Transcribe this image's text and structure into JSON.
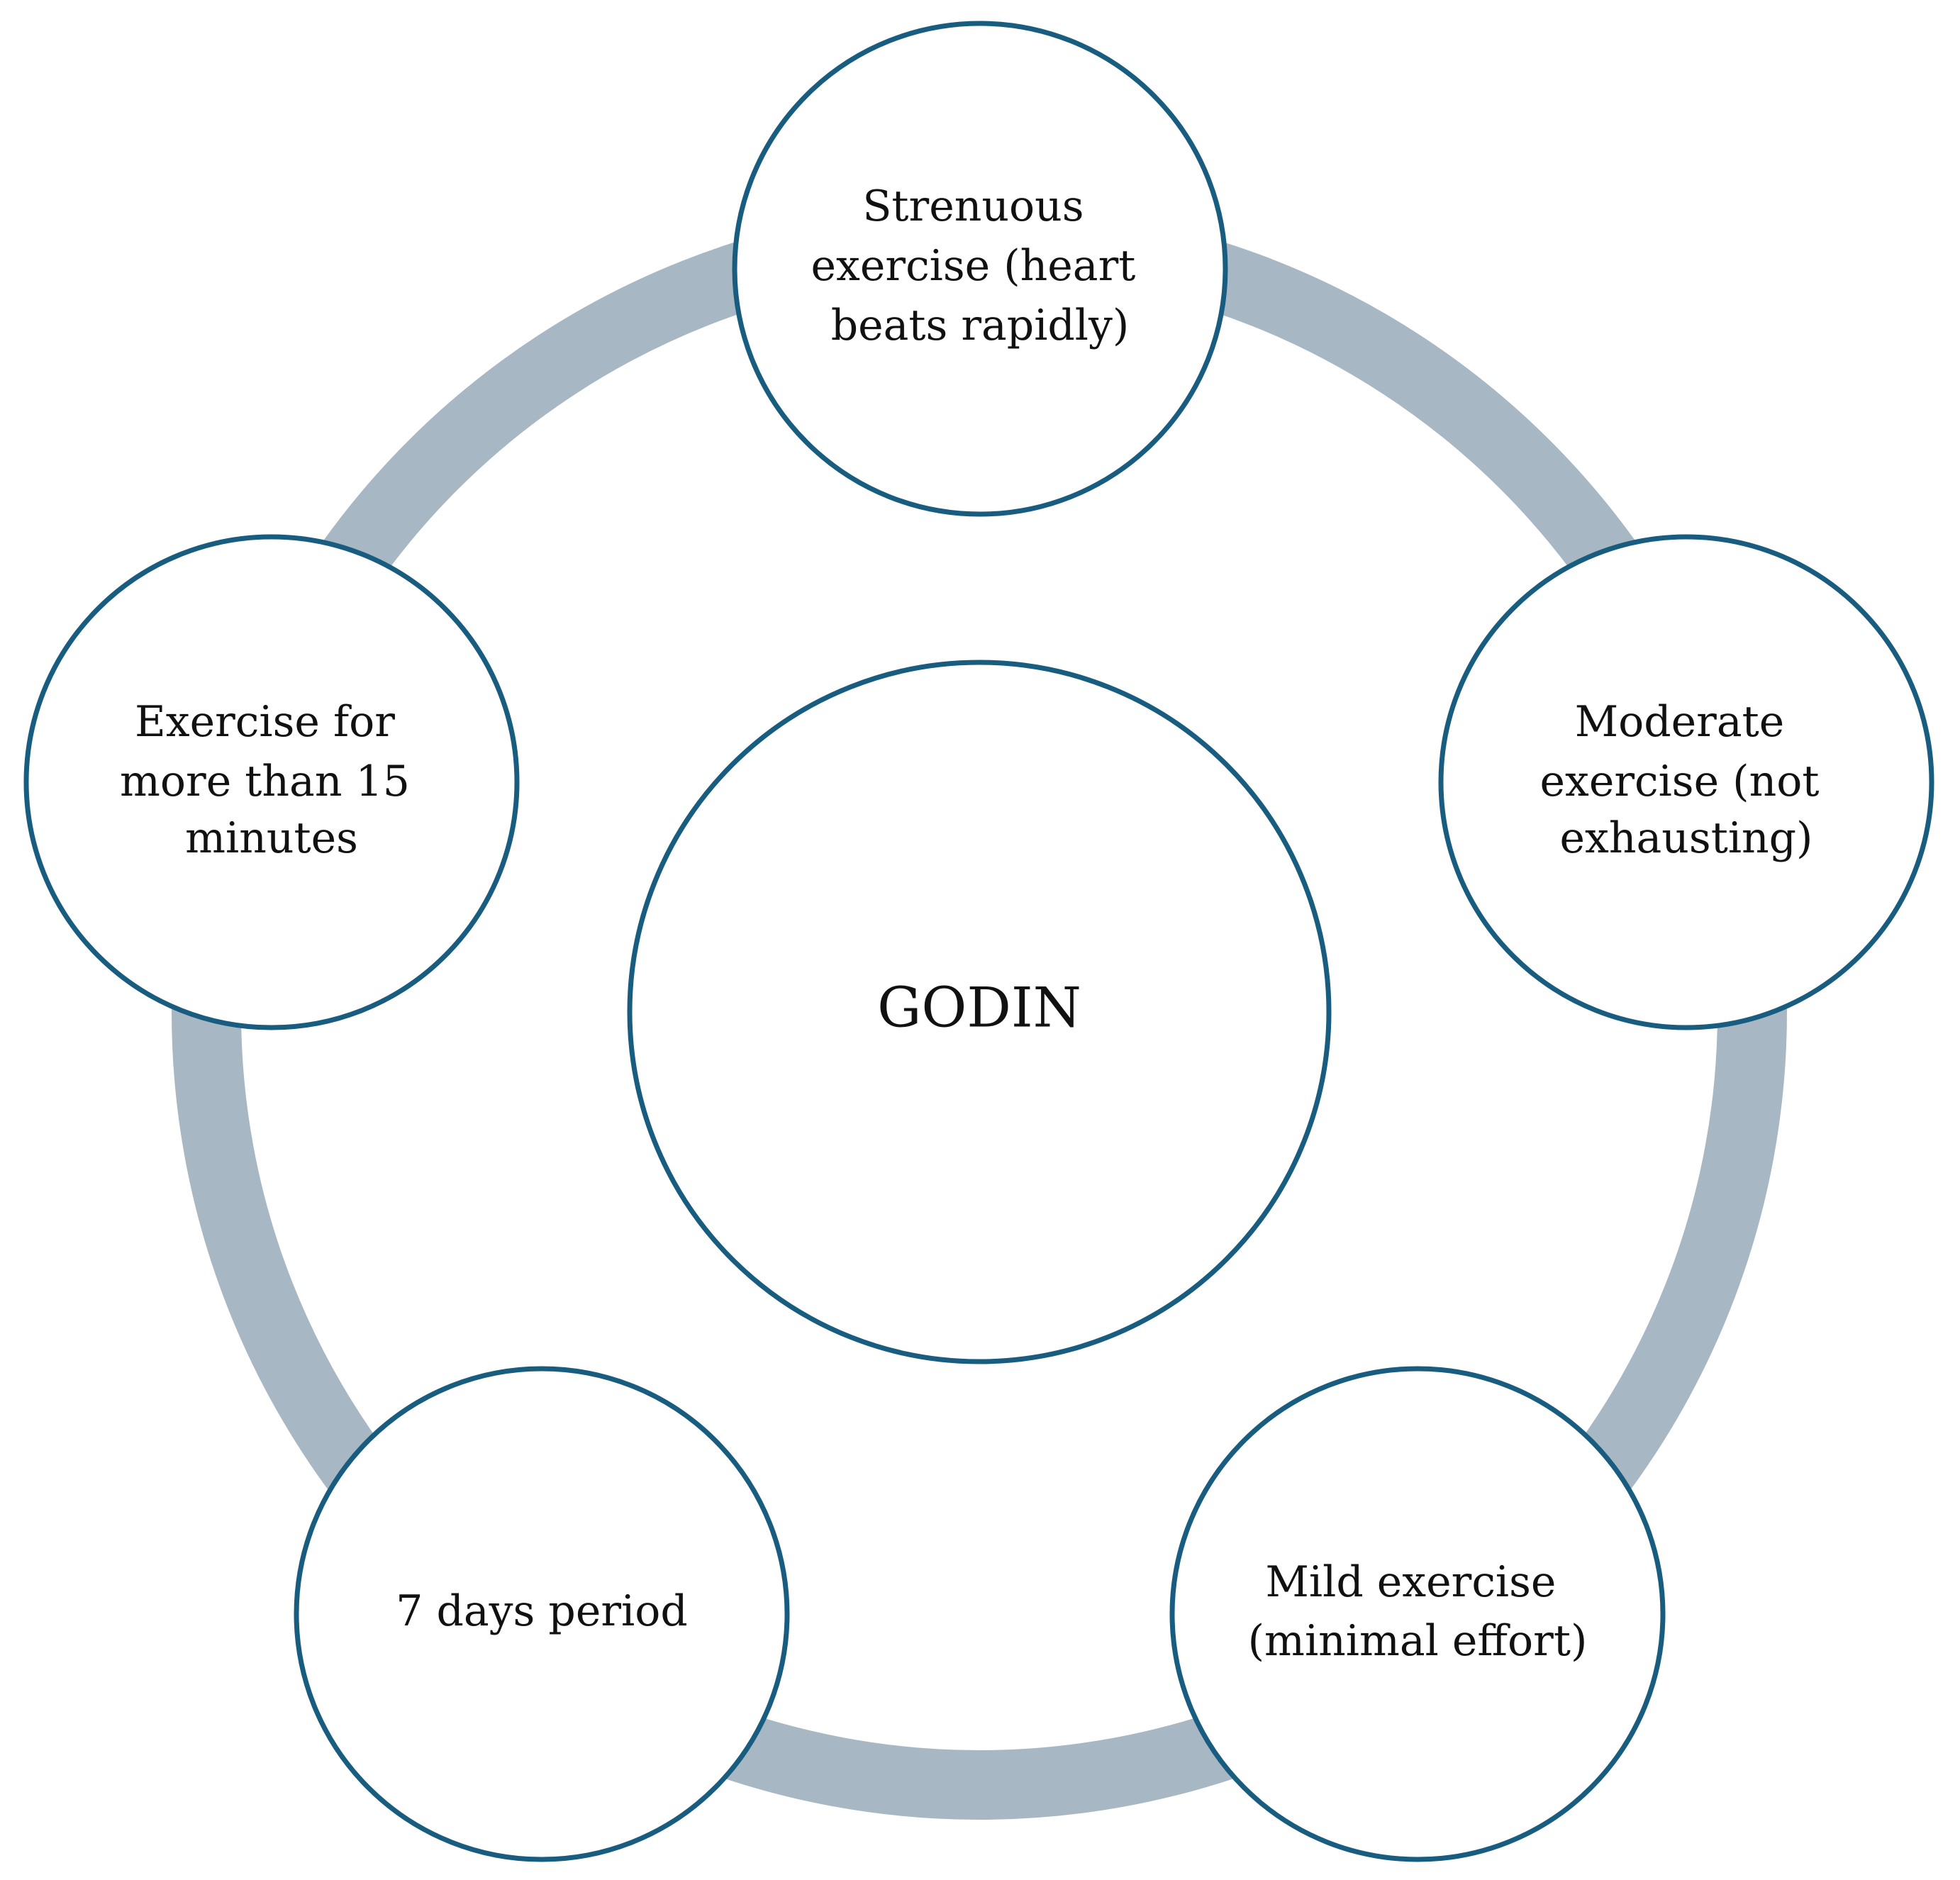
{
  "center": {
    "label": "GODIN"
  },
  "nodes": [
    {
      "id": "strenuous",
      "lines": [
        "Strenuous",
        "exercise (heart",
        "beats rapidly)"
      ]
    },
    {
      "id": "moderate",
      "lines": [
        "Moderate",
        "exercise (not",
        "exhausting)"
      ]
    },
    {
      "id": "mild",
      "lines": [
        "Mild exercise",
        "(minimal effort)"
      ]
    },
    {
      "id": "seven-days",
      "lines": [
        "7 days period"
      ]
    },
    {
      "id": "fifteen-minutes",
      "lines": [
        "Exercise for",
        "more than 15",
        "minutes"
      ]
    }
  ],
  "colors": {
    "ring": "#a7b8c4",
    "circle_stroke": "#185d80",
    "circle_fill": "#ffffff",
    "text": "#111111"
  }
}
